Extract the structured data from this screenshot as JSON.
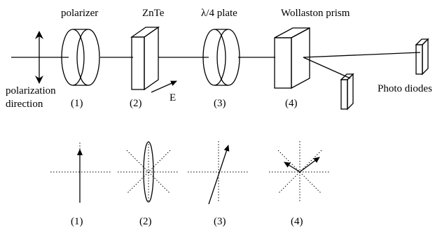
{
  "labels": {
    "polarizer": "polarizer",
    "znte": "ZnTe",
    "quarter_plate": "λ/4 plate",
    "wollaston": "Wollaston prism",
    "photodiodes": "Photo diodes",
    "polarization": "polarization",
    "direction": "direction",
    "efield": "E"
  },
  "upper_indices": [
    "(1)",
    "(2)",
    "(3)",
    "(4)"
  ],
  "lower_indices": [
    "(1)",
    "(2)",
    "(3)",
    "(4)"
  ]
}
